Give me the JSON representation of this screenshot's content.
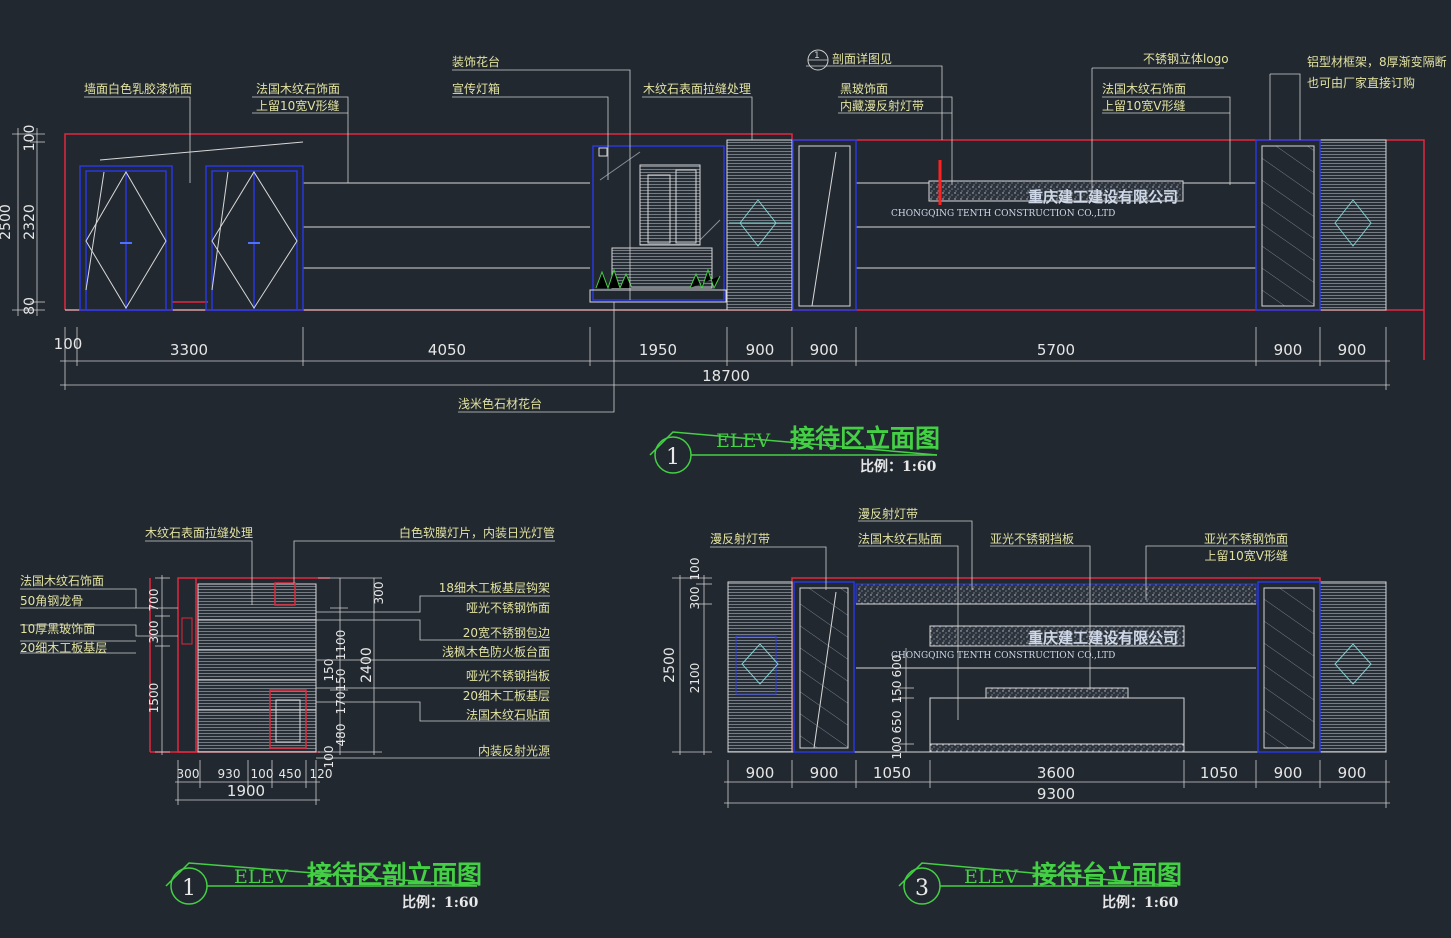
{
  "palette": {
    "background": "#212830",
    "wall": "#e0283c",
    "blue": "#2838e0",
    "white": "#d8d8d8",
    "green": "#44d044",
    "dim": "#cfcfcf",
    "leader": "#d0d0d0"
  },
  "elev1": {
    "notes": [
      "墙面白色乳胶漆饰面",
      "法国木纹石饰面",
      "上留10宽V形缝",
      "装饰花台",
      "宣传灯箱",
      "木纹石表面拉缝处理",
      "剖面详图见",
      "黑玻饰面",
      "内藏漫反射灯带",
      "不锈钢立体logo",
      "法国木纹石饰面",
      "上留10宽V形缝",
      "铝型材框架，8厚渐变隔断",
      "也可由厂家直接订购",
      "浅米色石材花台"
    ],
    "section_tag": "1",
    "logo_cn": "重庆建工建设有限公司",
    "logo_en": "CHONGQING TENTH CONSTRUCTION CO.,LTD",
    "height_dims": [
      "2500",
      "100",
      "2320",
      "80"
    ],
    "width_dims": [
      "100",
      "3300",
      "4050",
      "1950",
      "900",
      "900",
      "5700",
      "900",
      "900"
    ],
    "total": "18700",
    "title_tag": "ELEV",
    "title": "接待区立面图",
    "number": "1",
    "scale": "比例：1:60"
  },
  "elev2": {
    "notes_left": [
      "法国木纹石饰面",
      "50角钢龙骨",
      "10厚黑玻饰面",
      "20细木工板基层"
    ],
    "note_top_left": "木纹石表面拉缝处理",
    "note_top_right": "白色软膜灯片，内装日光灯管",
    "notes_right": [
      "18细木工板基层钩架",
      "哑光不锈钢饰面",
      "20宽不锈钢包边",
      "浅枫木色防火板台面",
      "哑光不锈钢挡板",
      "20细木工板基层",
      "法国木纹石贴面",
      "内装反射光源"
    ],
    "v_left": [
      "700",
      "300",
      "1500"
    ],
    "v_mid": [
      "300",
      "1100",
      "150",
      "150",
      "170",
      "480",
      "100"
    ],
    "v_total": "2400",
    "h_dims": [
      "300",
      "930",
      "100",
      "450",
      "120"
    ],
    "total": "1900",
    "title_tag": "ELEV",
    "title": "接待区剖立面图",
    "number": "1",
    "scale": "比例：1:60"
  },
  "elev3": {
    "notes": [
      "漫反射灯带",
      "法国木纹石贴面",
      "漫反射灯带",
      "亚光不锈钢挡板",
      "亚光不锈钢饰面",
      "上留10宽V形缝"
    ],
    "logo_cn": "重庆建工建设有限公司",
    "logo_en": "CHONGQING TENTH CONSTRUCTION CO.,LTD",
    "v_left": [
      "2500",
      "100",
      "300",
      "2100"
    ],
    "v_inner": [
      "600",
      "150",
      "650",
      "100"
    ],
    "h_dims": [
      "900",
      "900",
      "1050",
      "3600",
      "1050",
      "900",
      "900"
    ],
    "total": "9300",
    "title_tag": "ELEV",
    "title": "接待台立面图",
    "number": "3",
    "scale": "比例：1:60"
  }
}
